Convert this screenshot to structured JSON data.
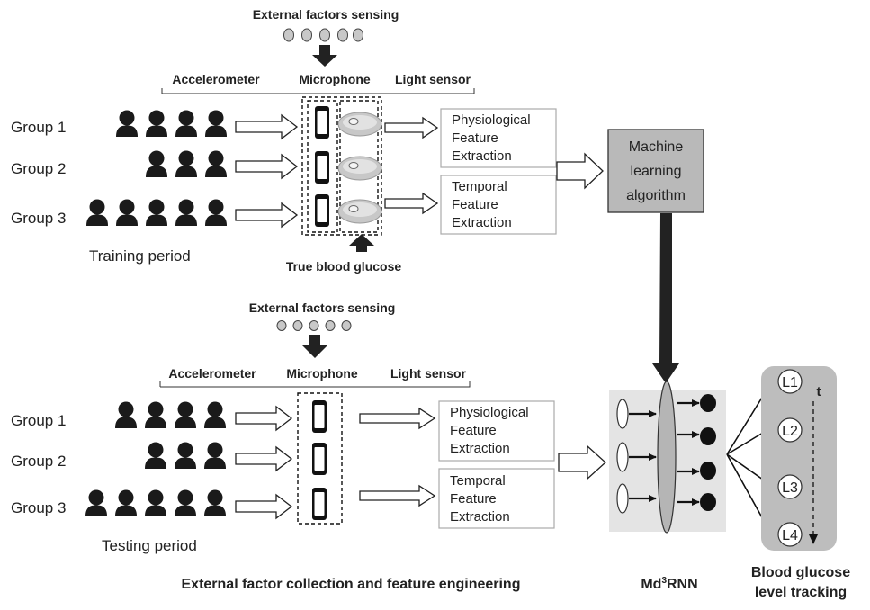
{
  "top": {
    "sensing_title": "External factors sensing",
    "sensors": {
      "accelerometer": "Accelerometer",
      "microphone": "Microphone",
      "light": "Light sensor"
    },
    "groups": [
      {
        "label": "Group 1",
        "people": 4
      },
      {
        "label": "Group 2",
        "people": 3
      },
      {
        "label": "Group 3",
        "people": 5
      }
    ],
    "period": "Training  period",
    "truth": "True blood glucose",
    "features": [
      {
        "lines": [
          "Physiological",
          "Feature",
          "Extraction"
        ]
      },
      {
        "lines": [
          "Temporal",
          "Feature",
          "Extraction"
        ]
      }
    ]
  },
  "ml": {
    "lines": [
      "Machine",
      "learning",
      "algorithm"
    ]
  },
  "bottom": {
    "sensing_title": "External factors sensing",
    "sensors": {
      "accelerometer": "Accelerometer",
      "microphone": "Microphone",
      "light": "Light sensor"
    },
    "groups": [
      {
        "label": "Group 1",
        "people": 4
      },
      {
        "label": "Group 2",
        "people": 3
      },
      {
        "label": "Group 3",
        "people": 5
      }
    ],
    "period": "Testing  period",
    "features": [
      {
        "lines": [
          "Physiological",
          "Feature",
          "Extraction"
        ]
      },
      {
        "lines": [
          "Temporal",
          "Feature",
          "Extraction"
        ]
      }
    ]
  },
  "tracking": {
    "levels": [
      "L1",
      "L2",
      "L3",
      "L4"
    ],
    "time_label": "t",
    "title_lines": [
      "Blood glucose",
      "level tracking"
    ]
  },
  "model": {
    "name_prefix": "Md",
    "name_sup": "3",
    "name_suffix": "RNN"
  },
  "caption": "External factor collection and feature engineering"
}
